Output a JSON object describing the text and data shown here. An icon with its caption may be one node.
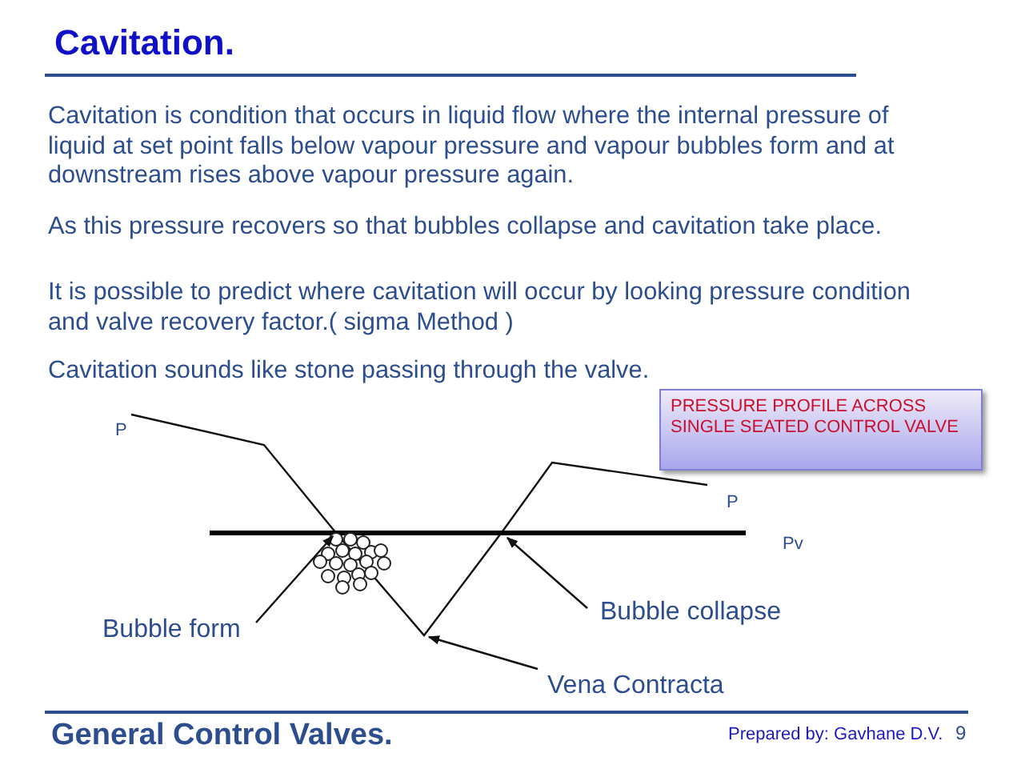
{
  "diagram": {
    "title": "Cavitation.",
    "nodes": [
      {
        "text": [
          "PRESSURE PROFILE ACROSS SINGLE SEATED CONTROL VALVE"
        ]
      },
      {
        "text": [
          "Bubble form"
        ]
      },
      {
        "text": [
          "Bubble collapse"
        ]
      },
      {
        "text": [
          "Vena Contracta"
        ]
      }
    ],
    "edges": [
      {
        "from": 1,
        "to": null,
        "arrow": "to"
      },
      {
        "from": 2,
        "to": null,
        "arrow": "to"
      },
      {
        "from": 3,
        "to": null,
        "arrow": "to"
      }
    ],
    "labels": [
      "Cavitation is condition that occurs in liquid flow where the internal pressure of liquid at set point falls below vapour pressure and vapour bubbles form and at downstream rises above vapour pressure again.",
      "As this pressure recovers so that bubbles collapse and cavitation take place.",
      "It is possible to predict where cavitation will occur by looking pressure condition and valve recovery factor.( sigma Method )",
      "Cavitation sounds like stone passing through the valve.",
      "P",
      "P",
      "Pv",
      "General Control Valves.",
      "Prepared by: Gavhane D.V.",
      "9"
    ]
  }
}
